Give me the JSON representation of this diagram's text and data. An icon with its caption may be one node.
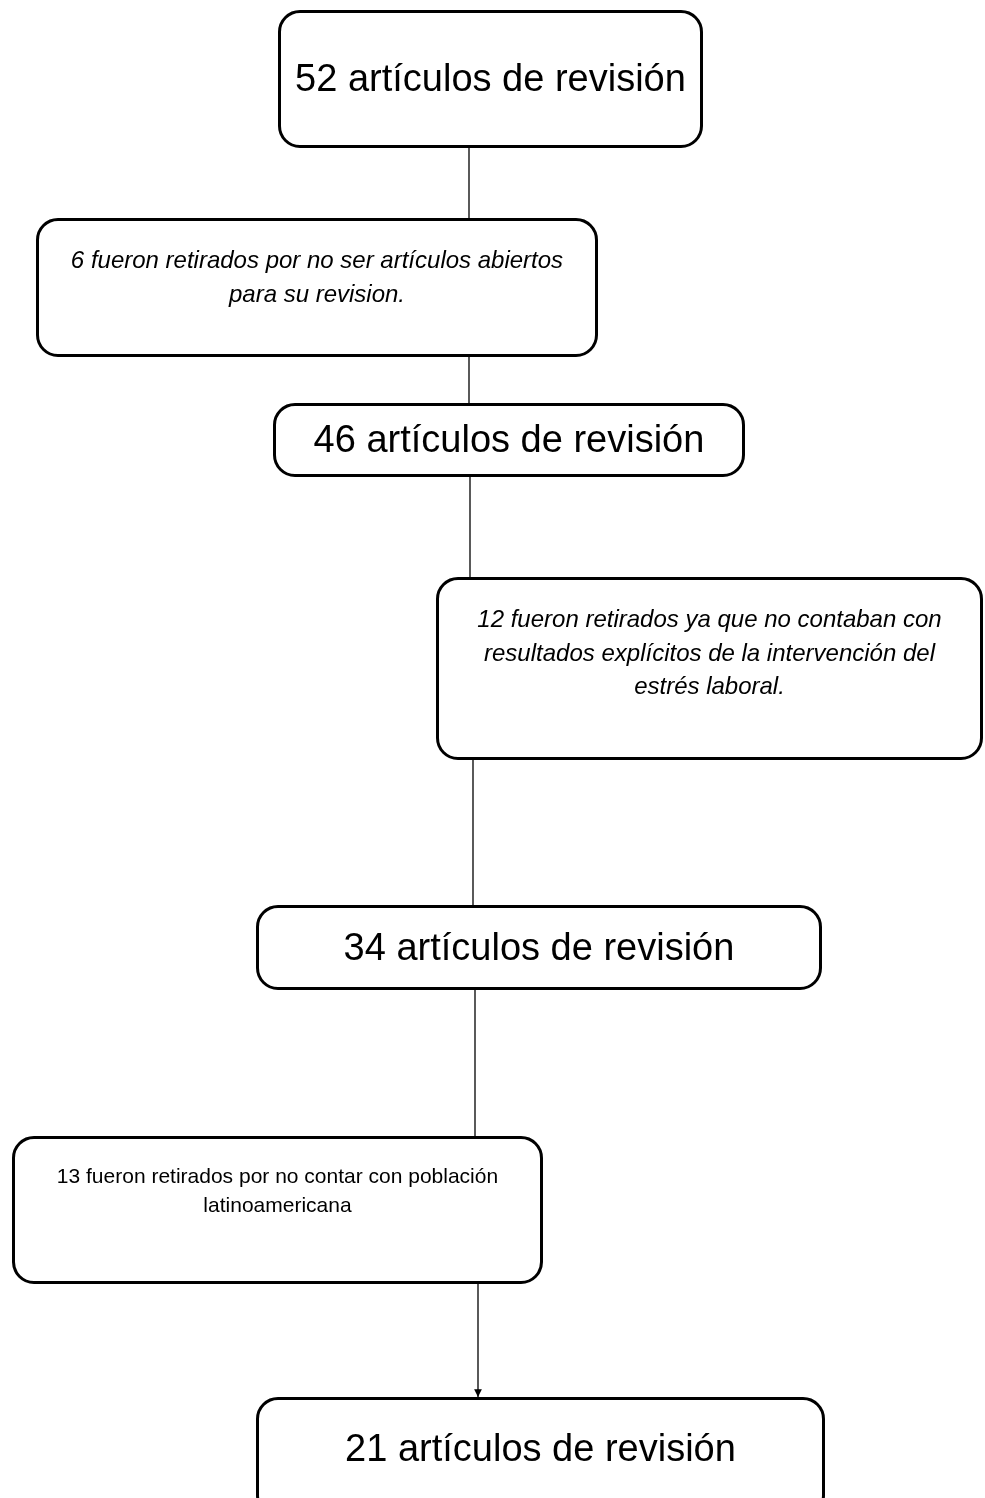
{
  "diagram": {
    "nodes": [
      {
        "text": [
          "52 artículos de revisión"
        ]
      },
      {
        "text": [
          "6 fueron retirados por no ser artículos abiertos para su revision."
        ]
      },
      {
        "text": [
          "46 artículos de revisión"
        ]
      },
      {
        "text": [
          "12 fueron retirados ya que no contaban con resultados explícitos de la intervención del estrés laboral."
        ]
      },
      {
        "text": [
          "34 artículos de revisión"
        ]
      },
      {
        "text": [
          "13 fueron retirados por no contar con población latinoamericana"
        ]
      },
      {
        "text": [
          "21 artículos de revisión"
        ]
      }
    ],
    "edges": [
      {
        "from": 0,
        "to": 1,
        "arrow": "none"
      },
      {
        "from": 1,
        "to": 2,
        "arrow": "none"
      },
      {
        "from": 2,
        "to": 3,
        "arrow": "none"
      },
      {
        "from": 3,
        "to": 4,
        "arrow": "none"
      },
      {
        "from": 4,
        "to": 5,
        "arrow": "none"
      },
      {
        "from": 5,
        "to": 6,
        "arrow": "to"
      }
    ]
  }
}
